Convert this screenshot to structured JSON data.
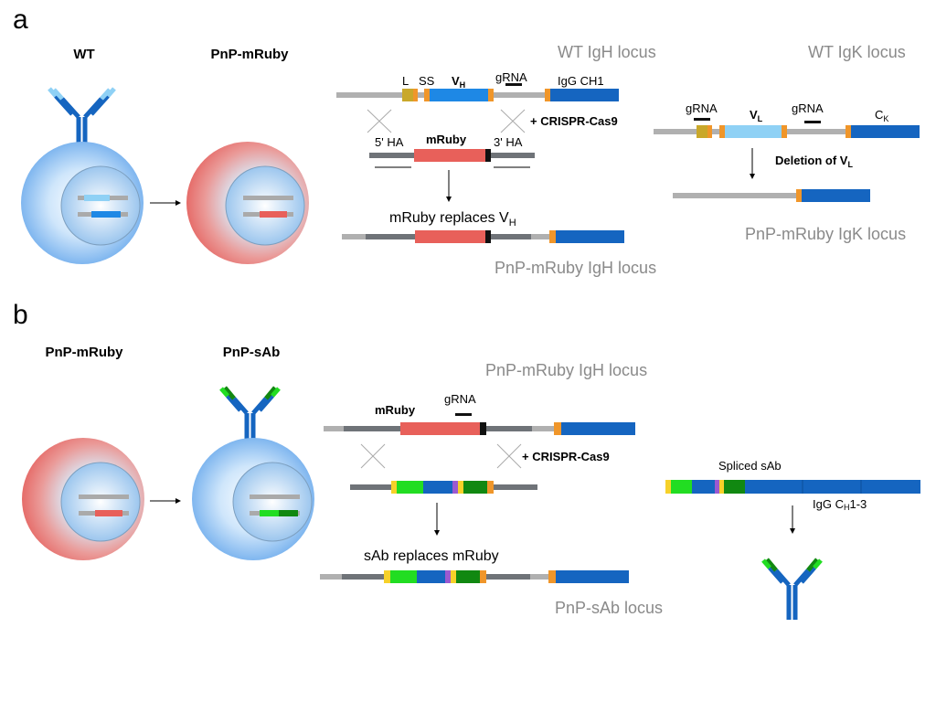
{
  "panel_a": {
    "letter": "a",
    "cell_wt_title": "WT",
    "cell_pnp_title": "PnP-mRuby",
    "wt_igh_locus": "WT IgH locus",
    "wt_igk_locus": "WT IgK locus",
    "label_L": "L",
    "label_SS": "SS",
    "label_VH_main": "V",
    "label_VH_sub": "H",
    "label_gRNA": "gRNA",
    "label_igg_ch1": "IgG CH1",
    "crispr": "+ CRISPR-Cas9",
    "label_5ha": "5' HA",
    "label_mruby": "mRuby",
    "label_3ha": "3' HA",
    "mruby_replaces_main": "mRuby replaces V",
    "mruby_replaces_sub": "H",
    "pnp_igh_locus": "PnP-mRuby IgH locus",
    "label_VL_main": "V",
    "label_VL_sub": "L",
    "label_CK_main": "C",
    "label_CK_sub": "K",
    "deletion_main": "Deletion of V",
    "deletion_sub": "L",
    "pnp_igk_locus": "PnP-mRuby IgK locus"
  },
  "panel_b": {
    "letter": "b",
    "cell_mruby_title": "PnP-mRuby",
    "cell_sab_title": "PnP-sAb",
    "pnp_igh_locus": "PnP-mRuby IgH locus",
    "label_mruby": "mRuby",
    "label_gRNA": "gRNA",
    "crispr": "+ CRISPR-Cas9",
    "sab_replaces": "sAb replaces mRuby",
    "pnp_sab_locus": "PnP-sAb locus",
    "spliced_sab": "Spliced sAb",
    "igg_main": "IgG C",
    "igg_sub": "H",
    "igg_tail": "1-3"
  },
  "colors": {
    "blue_dark": "#1565c0",
    "blue_light": "#8fd1f5",
    "blue_mid": "#1e88e5",
    "red": "#e8605a",
    "green_light": "#22dd22",
    "green_dark": "#118811",
    "orange": "#f0962a",
    "yellow": "#f6d12a",
    "olive": "#c9a82a",
    "purple": "#9b59d0",
    "gray_light": "#b0b0b0",
    "gray_dark": "#6f7378",
    "black": "#111111"
  }
}
